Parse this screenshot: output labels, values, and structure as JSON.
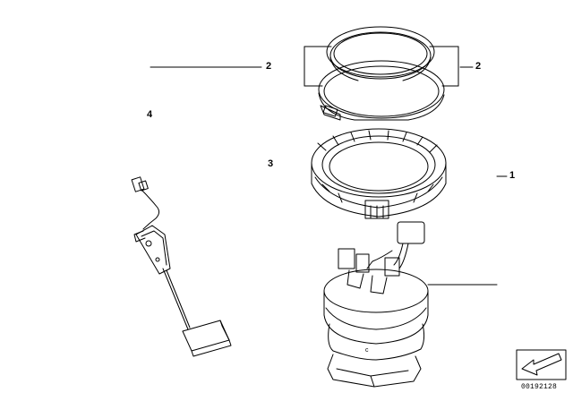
{
  "diagram": {
    "callouts": {
      "c2_left": "2",
      "c2_right": "2",
      "c1": "1",
      "c3": "3",
      "c4": "4"
    },
    "doc_number": "00192128",
    "icons": {
      "rings": "seal-and-clamp-ring-icon",
      "lock_ring": "lock-ring-icon",
      "pump": "fuel-pump-unit-icon",
      "sender": "level-sensor-icon",
      "arrow": "orientation-arrow-icon"
    }
  }
}
